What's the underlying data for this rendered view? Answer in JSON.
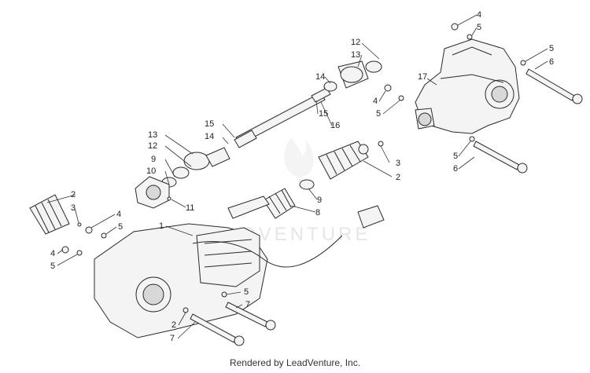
{
  "watermark": "LEADVENTURE",
  "footer": "Rendered by LeadVenture, Inc.",
  "callouts": [
    "1",
    "2",
    "2",
    "2",
    "3",
    "3",
    "4",
    "4",
    "4",
    "4",
    "5",
    "5",
    "5",
    "5",
    "5",
    "5",
    "5",
    "6",
    "6",
    "7",
    "8",
    "9",
    "9",
    "10",
    "11",
    "12",
    "12",
    "13",
    "13",
    "14",
    "14",
    "15",
    "15",
    "16",
    "17"
  ]
}
